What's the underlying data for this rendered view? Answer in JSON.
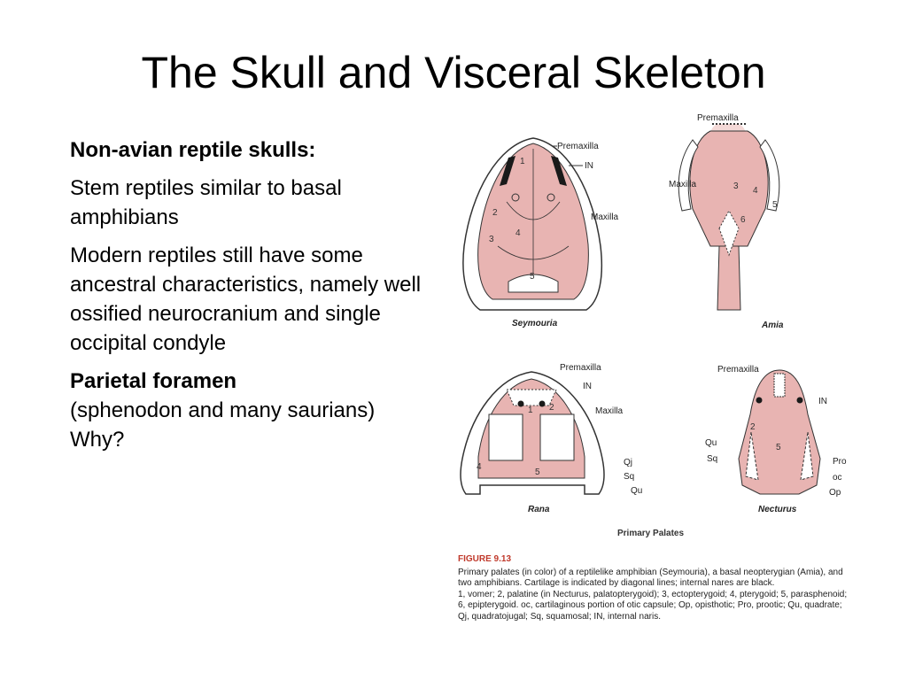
{
  "slide": {
    "title": "The Skull and Visceral Skeleton",
    "paragraphs": {
      "heading": "Non-avian reptile skulls:",
      "p1": "Stem reptiles similar to basal amphibians",
      "p2": "Modern reptiles still have some ancestral characteristics, namely well ossified neurocranium and single occipital condyle",
      "p3_bold": "Parietal foramen",
      "p3_rest": "(sphenodon and many saurians)  Why?"
    }
  },
  "figure": {
    "skulls": {
      "seymouria": {
        "name": "Seymouria",
        "labels": {
          "premaxilla": "Premaxilla",
          "in": "IN",
          "maxilla": "Maxilla"
        }
      },
      "amia": {
        "name": "Amia",
        "labels": {
          "premaxilla": "Premaxilla",
          "maxilla": "Maxilla"
        }
      },
      "rana": {
        "name": "Rana",
        "labels": {
          "premaxilla": "Premaxilla",
          "in": "IN",
          "maxilla": "Maxilla",
          "qj": "Qj",
          "sq": "Sq",
          "qu": "Qu"
        }
      },
      "necturus": {
        "name": "Necturus",
        "labels": {
          "premaxilla": "Premaxilla",
          "in": "IN",
          "qu": "Qu",
          "sq": "Sq",
          "pro": "Pro",
          "oc": "oc",
          "op": "Op"
        }
      }
    },
    "numbers": {
      "n1": "1",
      "n2": "2",
      "n3": "3",
      "n4": "4",
      "n5": "5",
      "n6": "6"
    },
    "subtitle": "Primary Palates",
    "caption": {
      "title": "FIGURE 9.13",
      "line1": "Primary palates (in color) of a reptilelike amphibian (Seymouria), a basal neopterygian (Amia), and two amphibians. Cartilage is indicated by diagonal lines; internal nares are black.",
      "line2": "1, vomer; 2, palatine (in Necturus, palatopterygoid); 3, ectopterygoid; 4, pterygoid; 5, parasphenoid; 6, epipterygoid. oc, cartilaginous portion of otic capsule; Op, opisthotic; Pro, prootic; Qu, quadrate; Qj, quadratojugal; Sq, squamosal; IN, internal naris."
    },
    "colors": {
      "bone": "#e8b4b2",
      "outline": "#333333",
      "naris": "#1a1a1a",
      "caption_title": "#c0392b"
    }
  }
}
